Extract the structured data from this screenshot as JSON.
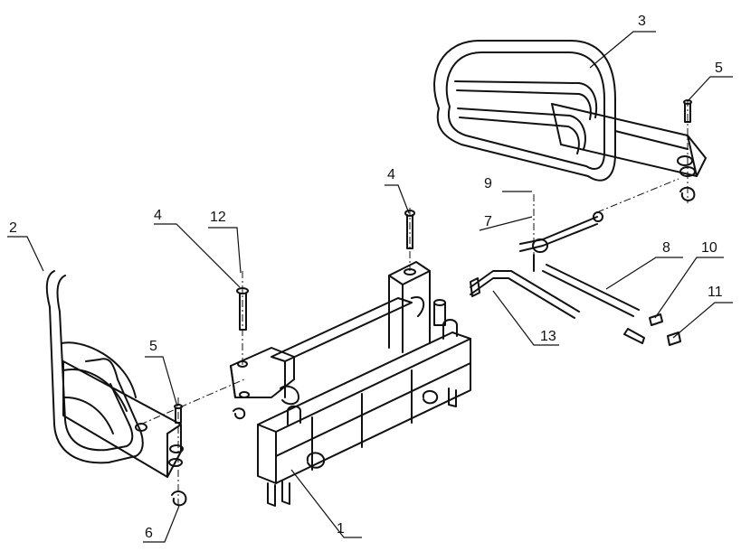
{
  "callouts": [
    {
      "id": "c1",
      "label": "1"
    },
    {
      "id": "c2",
      "label": "2"
    },
    {
      "id": "c3",
      "label": "3"
    },
    {
      "id": "c4a",
      "label": "4"
    },
    {
      "id": "c4b",
      "label": "4"
    },
    {
      "id": "c5a",
      "label": "5"
    },
    {
      "id": "c5b",
      "label": "5"
    },
    {
      "id": "c6",
      "label": "6"
    },
    {
      "id": "c7",
      "label": "7"
    },
    {
      "id": "c8",
      "label": "8"
    },
    {
      "id": "c9",
      "label": "9"
    },
    {
      "id": "c10",
      "label": "10"
    },
    {
      "id": "c11",
      "label": "11"
    },
    {
      "id": "c12",
      "label": "12"
    },
    {
      "id": "c13",
      "label": "13"
    }
  ]
}
